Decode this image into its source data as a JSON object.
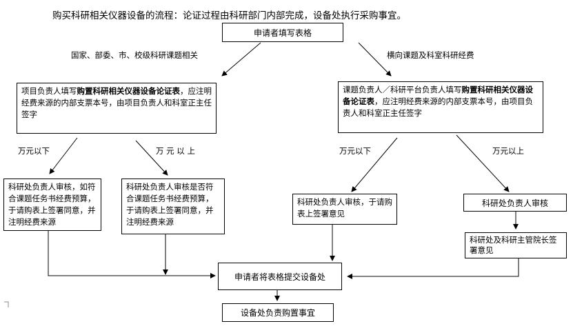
{
  "title": "购买科研相关仪器设备的流程：论证过程由科研部门内部完成，设备处执行采购事宜。",
  "nodes": {
    "start": "申请者填写表格",
    "left_category": "国家、部委、市、校级科研课题相关",
    "right_category": "横向课题及科室科研经费",
    "left_form": {
      "pre": "项目负责人填写",
      "bold": "购置科研相关仪器设备论证表",
      "post": "，应注明经费来源的内部支票本号，由项目负责人和科室正主任签字"
    },
    "right_form": {
      "pre": "课题负责人／科研平台负责人填写",
      "bold": "购置科研相关仪器设备论证表",
      "post": "，应注明经费来源的内部支票本号，由项目负责人和科室正主任签字"
    },
    "label_ll": "万元以下",
    "label_lr": "万 元 以 上",
    "label_rl": "万元以下",
    "label_rr": "万元以上",
    "review_ll": "科研处负责人审核，如符合课题任务书经费预算，于请购表上签署同意，并注明经费来源",
    "review_lr": "科研处负责人审核是否符合课题任务书经费预算，于请购表上签署同意，并注明经费来源",
    "review_rl": "科研处负责人审核，于请购表上签署意见",
    "review_rr": "科研处负责人审核",
    "vp_sign": "科研处及科研主管院长签署意见",
    "submit": "申请者将表格提交设备处",
    "purchase": "设备处负责购置事宜"
  }
}
